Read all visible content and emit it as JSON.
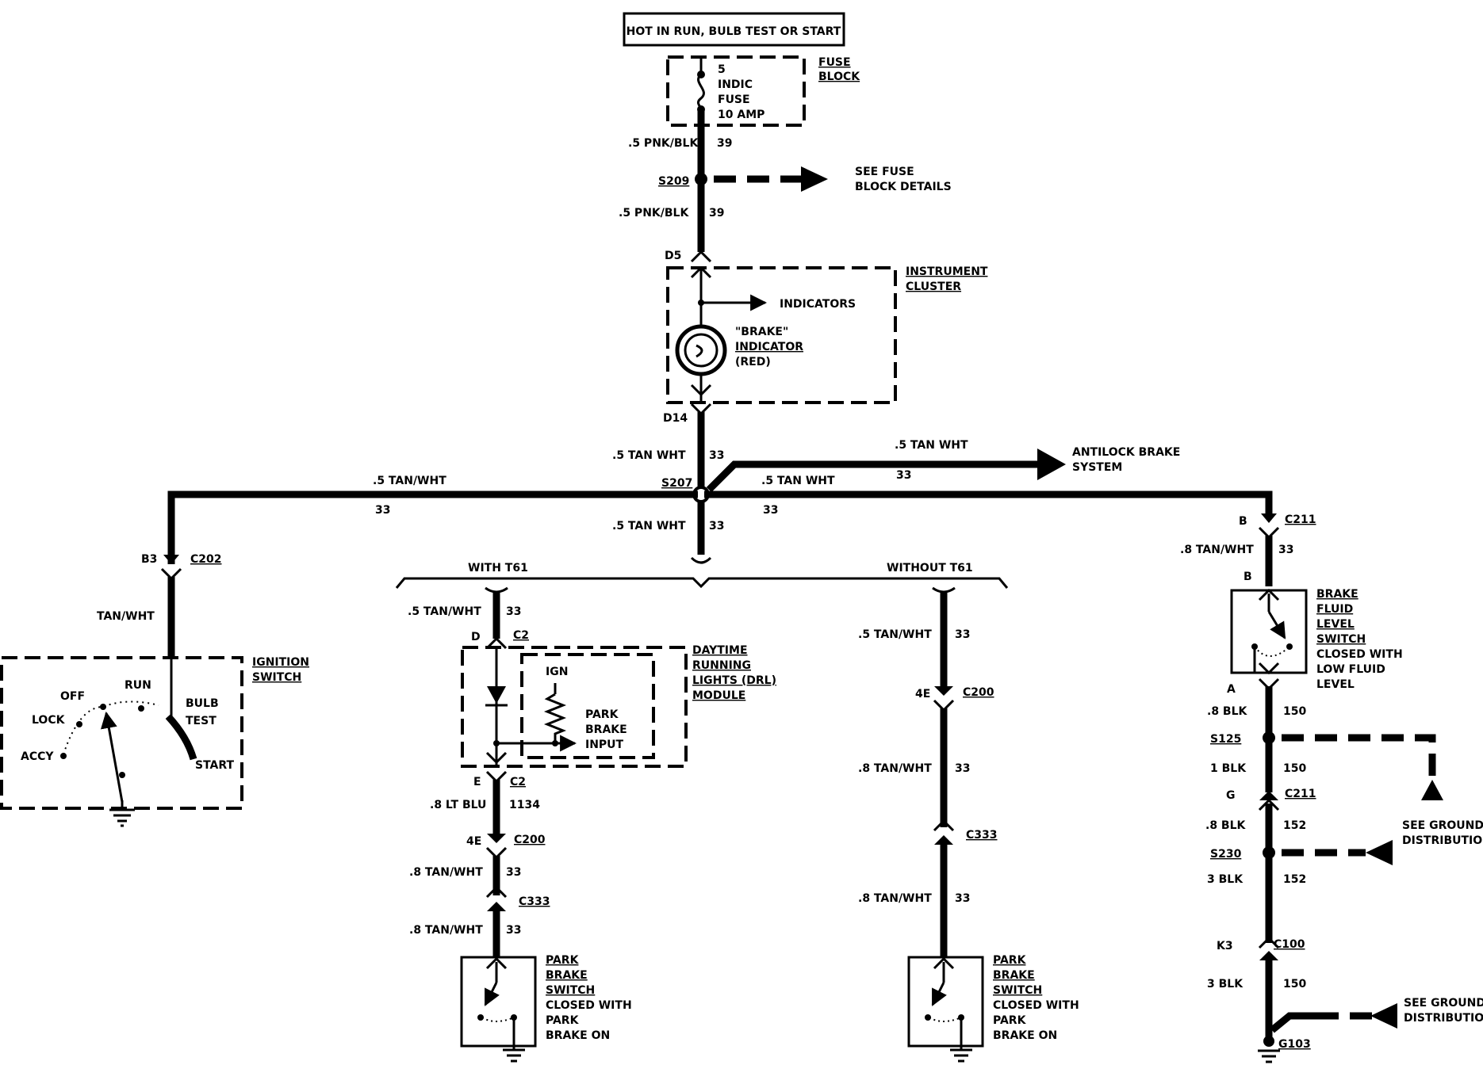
{
  "header": {
    "power_label": "HOT IN RUN, BULB TEST OR START"
  },
  "fuse_block": {
    "title_l1": "FUSE",
    "title_l2": "BLOCK",
    "fuse_l1": "5",
    "fuse_l2": "INDIC",
    "fuse_l3": "FUSE",
    "fuse_l4": "10 AMP"
  },
  "wires": {
    "pnkblk": ".5 PNK/BLK",
    "c39": "39",
    "tanwht_sp": ".5 TAN WHT",
    "tanwht": ".5 TAN/WHT",
    "c33": "33",
    "tanwht8": ".8 TAN/WHT",
    "tanwht_plain": "TAN/WHT",
    "ltblu": ".8 LT BLU",
    "c1134": "1134",
    "blk8": ".8 BLK",
    "blk1": "1 BLK",
    "blk3": "3 BLK",
    "c150": "150",
    "c152": "152"
  },
  "splices": {
    "s209": "S209",
    "s207": "S207",
    "s125": "S125",
    "s230": "S230"
  },
  "refs": {
    "fuse_block_details_l1": "SEE FUSE",
    "fuse_block_details_l2": "BLOCK DETAILS",
    "abs_l1": "ANTILOCK BRAKE",
    "abs_l2": "SYSTEM",
    "ground_l1": "SEE GROUND",
    "ground_l2": "DISTRIBUTION"
  },
  "cluster": {
    "title_l1": "INSTRUMENT",
    "title_l2": "CLUSTER",
    "indicators": "INDICATORS",
    "brake_l1": "\"BRAKE\"",
    "brake_l2": "INDICATOR",
    "brake_l3": "(RED)",
    "pin_in": "D5",
    "pin_out": "D14"
  },
  "ignition": {
    "title_l1": "IGNITION",
    "title_l2": "SWITCH",
    "off": "OFF",
    "run": "RUN",
    "lock": "LOCK",
    "accy": "ACCY",
    "bulb": "BULB",
    "test": "TEST",
    "start": "START",
    "pin": "B3",
    "conn": "C202"
  },
  "options": {
    "with": "WITH T61",
    "without": "WITHOUT T61"
  },
  "drl": {
    "title_l1": "DAYTIME",
    "title_l2": "RUNNING",
    "title_l3": "LIGHTS (DRL)",
    "title_l4": "MODULE",
    "ign": "IGN",
    "park_l1": "PARK",
    "park_l2": "BRAKE",
    "park_l3": "INPUT",
    "pin_d": "D",
    "pin_e": "E",
    "conn": "C2"
  },
  "connectors": {
    "c200": "C200",
    "c333": "C333",
    "c211": "C211",
    "c100": "C100",
    "g103": "G103",
    "pin_4e": "4E",
    "pin_b": "B",
    "pin_a": "A",
    "pin_g": "G",
    "pin_k3": "K3"
  },
  "park_switch": {
    "l1": "PARK",
    "l2": "BRAKE",
    "l3": "SWITCH",
    "l4": "CLOSED WITH",
    "l5": "PARK",
    "l6": "BRAKE ON"
  },
  "fluid_switch": {
    "l1": "BRAKE",
    "l2": "FLUID",
    "l3": "LEVEL",
    "l4": "SWITCH",
    "l5": "CLOSED WITH",
    "l6": "LOW FLUID",
    "l7": "LEVEL"
  }
}
